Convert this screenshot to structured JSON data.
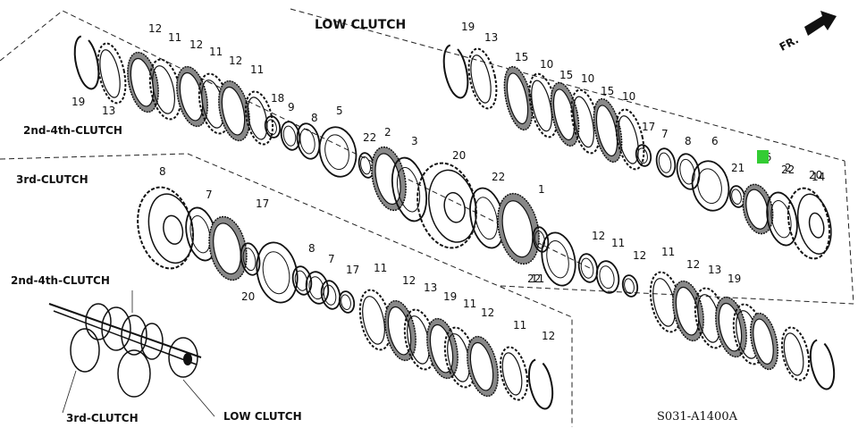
{
  "titles": {
    "low_clutch_top": "LOW CLUTCH",
    "second_fourth_top": "2nd-4th-CLUTCH",
    "third_left": "3rd-CLUTCH",
    "second_fourth_assembly": "2nd-4th-CLUTCH",
    "third_bottom": "3rd-CLUTCH",
    "low_clutch_bottom": "LOW CLUTCH"
  },
  "direction_label": "FR.",
  "diagram_code": "S031-A1400A",
  "highlight_color": "#33cc33",
  "callouts": [
    "19",
    "13",
    "12",
    "11",
    "12",
    "11",
    "12",
    "11",
    "18",
    "9",
    "8",
    "5",
    "19",
    "13",
    "15",
    "10",
    "15",
    "10",
    "15",
    "10",
    "17",
    "7",
    "8",
    "6",
    "21",
    "4",
    "22",
    "14",
    "22",
    "2",
    "3",
    "20",
    "22",
    "1",
    "16",
    "22",
    "2",
    "20",
    "8",
    "7",
    "17",
    "20",
    "8",
    "7",
    "17",
    "11",
    "12",
    "11",
    "12",
    "11",
    "12",
    "13",
    "19",
    "11",
    "12",
    "11",
    "12",
    "11",
    "12",
    "13",
    "19"
  ]
}
